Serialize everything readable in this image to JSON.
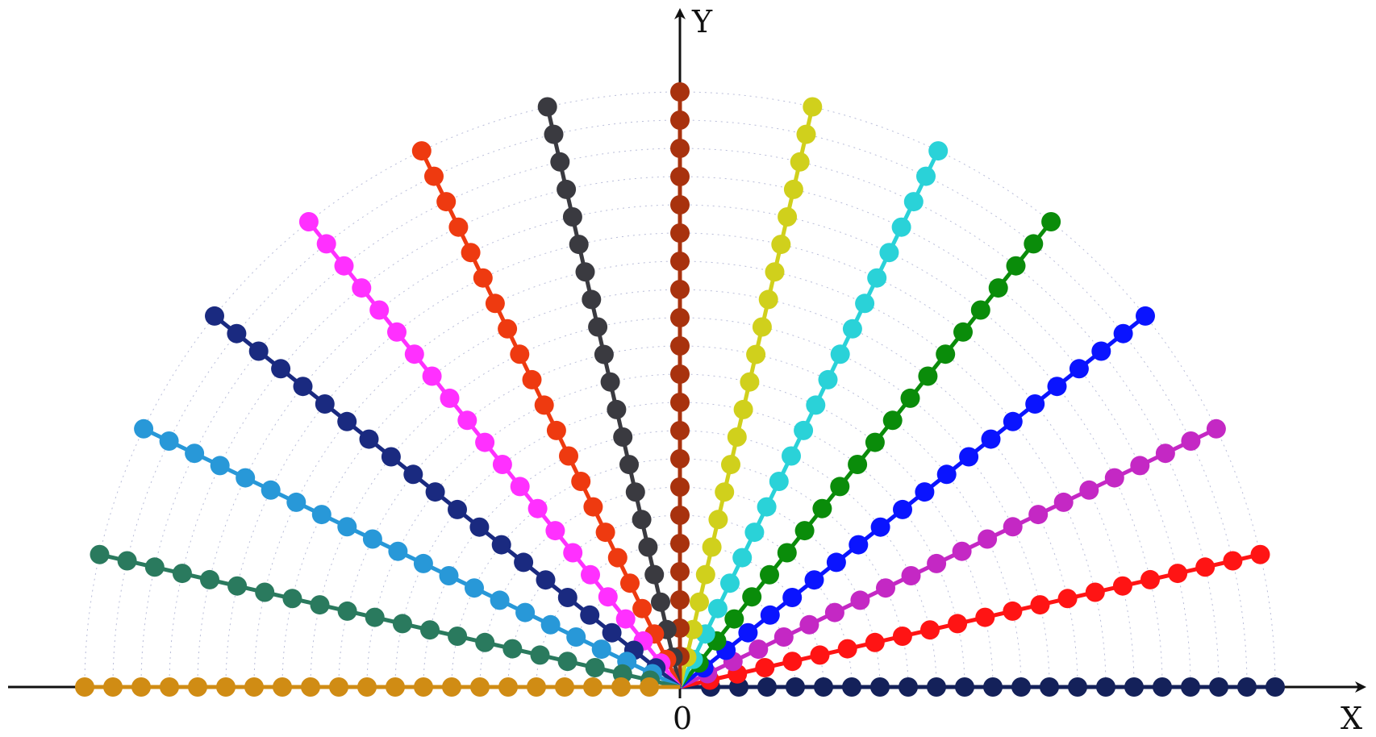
{
  "axes": {
    "x_label": "X",
    "y_label": "Y",
    "origin_label": "0"
  },
  "diagram": {
    "type": "polar-fan",
    "ray_count": 15,
    "angles_deg": [
      0,
      12.86,
      25.71,
      38.57,
      51.43,
      64.29,
      77.14,
      90,
      102.86,
      115.71,
      128.57,
      141.43,
      154.29,
      167.14,
      180
    ],
    "points_per_ray": 21,
    "ray_colors": [
      "#14215a",
      "#ff1414",
      "#c428c4",
      "#0a14ff",
      "#0a8c0a",
      "#2ad2d8",
      "#d0d01c",
      "#a8320e",
      "#3a3a40",
      "#ee3a10",
      "#ff30ff",
      "#1a2a80",
      "#2898d8",
      "#2a7a5e",
      "#d08c14",
      "#2a6e58",
      "#6a78a8"
    ],
    "guide_arcs": true
  }
}
